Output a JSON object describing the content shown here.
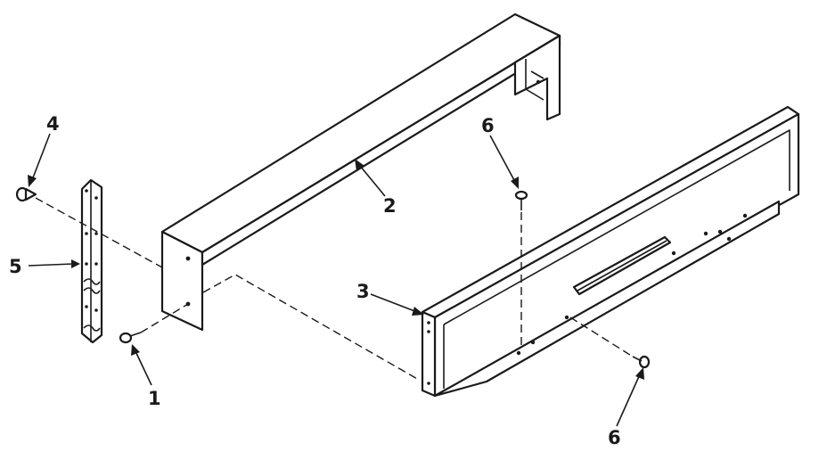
{
  "callouts": {
    "c1": "1",
    "c2": "2",
    "c3": "3",
    "c4": "4",
    "c5": "5",
    "c6_top": "6",
    "c6_bottom": "6"
  },
  "icons": [
    "screw",
    "nut-clip",
    "bracket",
    "top-trim-panel",
    "front-panel"
  ],
  "colors": {
    "ink": "#1a1a1a",
    "paper": "#ffffff"
  }
}
